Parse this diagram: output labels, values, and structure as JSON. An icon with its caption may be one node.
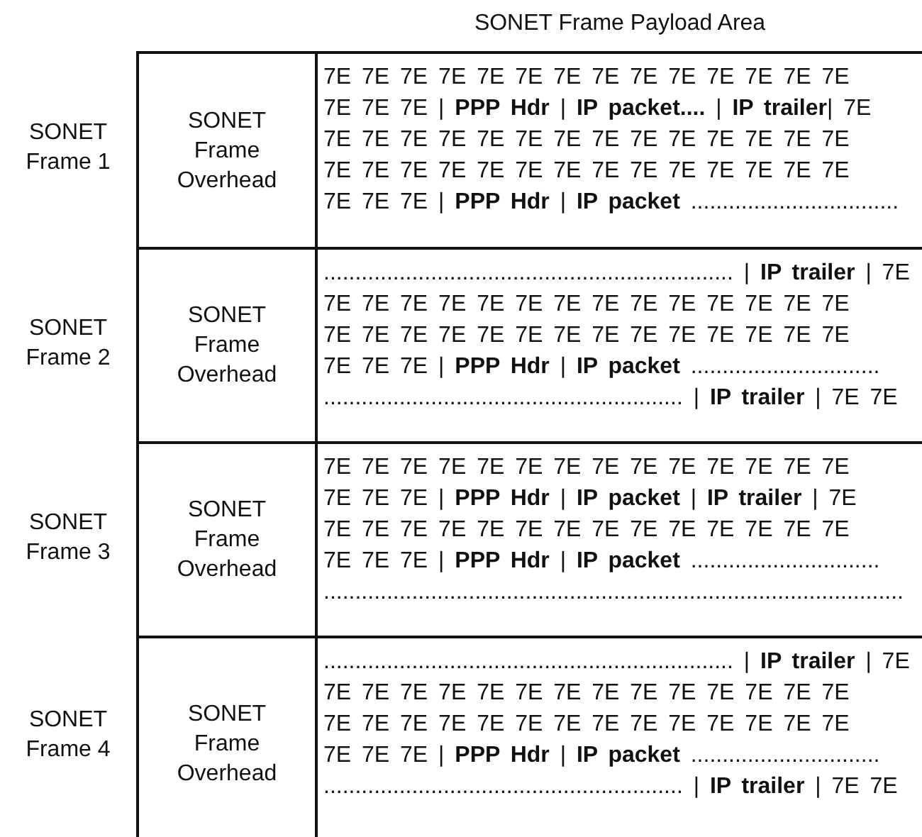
{
  "diagram": {
    "title": "SONET Frame Payload Area",
    "nodes": [
      {
        "text": [
          "SONET Frame Overhead"
        ]
      },
      {
        "text": [
          "7E 7E 7E 7E 7E 7E 7E 7E 7E 7E 7E 7E 7E 7E",
          "7E 7E 7E | **PPP Hdr** | **IP packet....** | **IP trailer**|  7E",
          "7E 7E 7E 7E 7E 7E 7E 7E 7E 7E 7E 7E 7E 7E",
          "7E 7E 7E 7E 7E 7E 7E 7E 7E 7E 7E 7E 7E 7E",
          "7E 7E 7E | **PPP Hdr** | **IP packet** ................................."
        ]
      },
      {
        "text": [
          "SONET Frame Overhead"
        ]
      },
      {
        "text": [
          "................................................................. | **IP trailer** | 7E",
          "7E 7E 7E 7E 7E 7E 7E 7E 7E 7E 7E 7E 7E 7E",
          "7E 7E 7E 7E 7E 7E 7E 7E 7E 7E 7E 7E 7E 7E",
          "7E 7E 7E | **PPP Hdr** | **IP packet** ..............................",
          "......................................................... | **IP trailer** | 7E 7E"
        ]
      },
      {
        "text": [
          "SONET Frame Overhead"
        ]
      },
      {
        "text": [
          "7E 7E 7E 7E 7E 7E 7E 7E 7E 7E 7E 7E 7E 7E",
          "7E 7E 7E | **PPP Hdr** | **IP packet** | **IP trailer** | 7E",
          "7E 7E 7E 7E 7E 7E 7E 7E 7E 7E 7E 7E 7E 7E",
          "7E 7E 7E | **PPP Hdr** | **IP packet** ..............................",
          "............................................................................................"
        ]
      },
      {
        "text": [
          "SONET Frame Overhead"
        ]
      },
      {
        "text": [
          "................................................................. | **IP trailer** | 7E",
          "7E 7E 7E 7E 7E 7E 7E 7E 7E 7E 7E 7E 7E 7E",
          "7E 7E 7E 7E 7E 7E 7E 7E 7E 7E 7E 7E 7E 7E",
          "7E 7E 7E | **PPP Hdr** | **IP packet** ..............................",
          "......................................................... | **IP trailer** | 7E 7E"
        ]
      }
    ],
    "labels": [
      "SONET Frame 1",
      "SONET Frame 2",
      "SONET Frame 3",
      "SONET Frame 4"
    ]
  }
}
